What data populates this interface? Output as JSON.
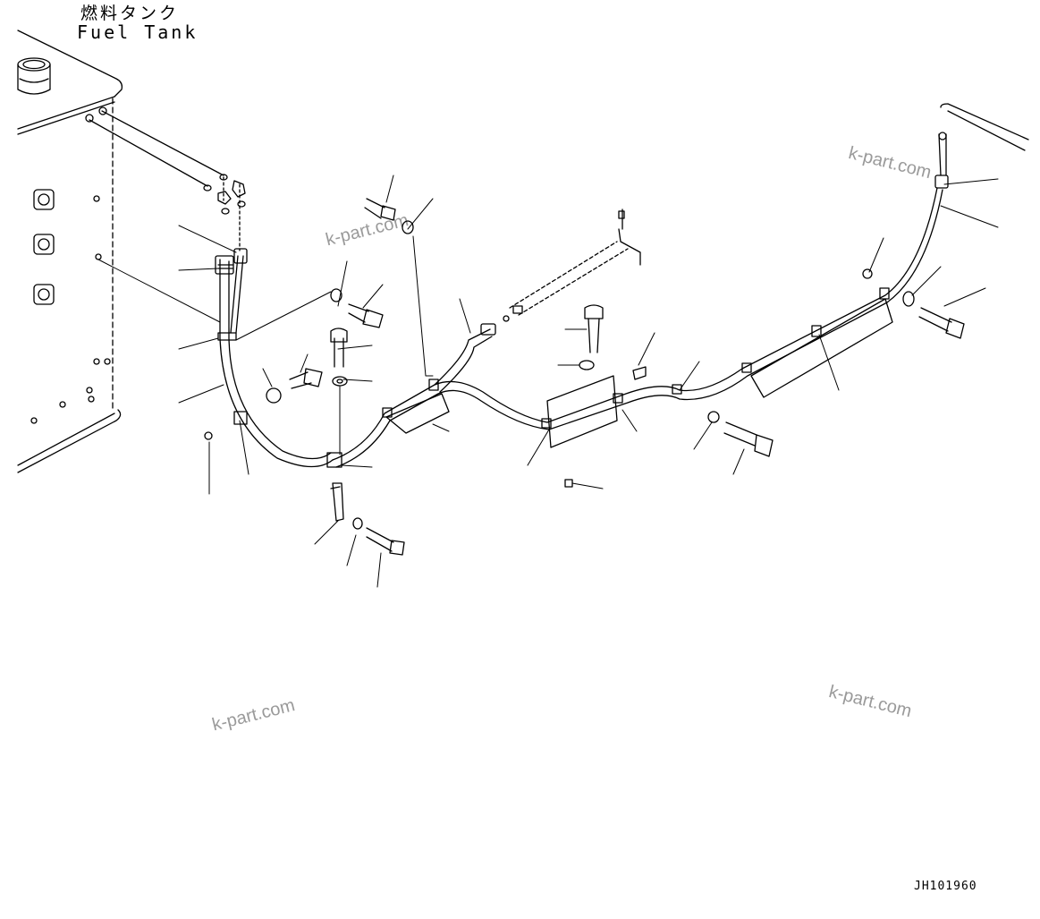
{
  "title_jp": "燃料タンク",
  "title_en": "Fuel Tank",
  "figure_code": "JH101960",
  "watermark": "k-part.com"
}
